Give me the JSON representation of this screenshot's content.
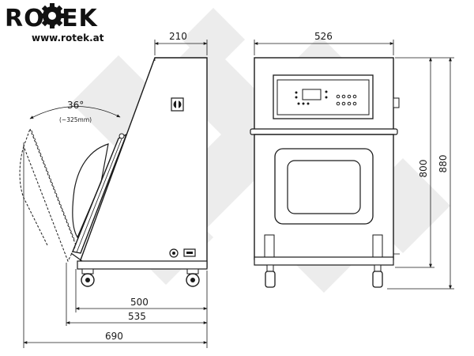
{
  "logo": {
    "brand": "ROTEK",
    "url": "www.rotek.at"
  },
  "dimensions": {
    "side_depth_top": "210",
    "front_width": "526",
    "lid_angle": "36°",
    "lid_travel": "(~325mm)",
    "height_body": "800",
    "height_total": "880",
    "depth_500": "500",
    "depth_535": "535",
    "depth_690": "690"
  },
  "icons": [
    "rotek-gear-logo-icon",
    "watermark-gear-icon",
    "control-panel-icon",
    "wheel-icon",
    "round-socket-icon",
    "rectangular-socket-icon",
    "main-switch-icon"
  ]
}
